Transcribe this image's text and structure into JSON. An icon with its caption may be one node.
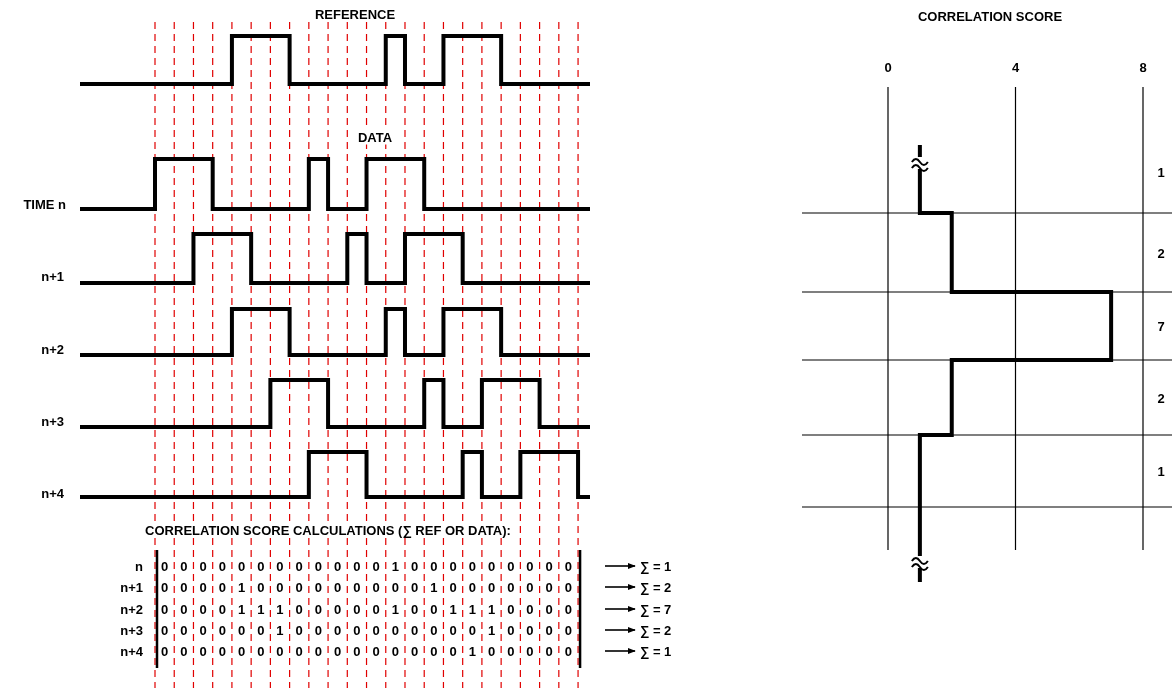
{
  "diagram": {
    "nodes": [
      {
        "text": [
          "∑ = 1"
        ]
      },
      {
        "text": [
          "∑ = 2"
        ]
      },
      {
        "text": [
          "∑ = 7"
        ]
      },
      {
        "text": [
          "∑ = 2"
        ]
      },
      {
        "text": [
          "∑ = 1"
        ]
      }
    ],
    "edges": [
      {
        "from": null,
        "to": 0,
        "arrow": "to"
      },
      {
        "from": null,
        "to": 1,
        "arrow": "to"
      },
      {
        "from": null,
        "to": 2,
        "arrow": "to"
      },
      {
        "from": null,
        "to": 3,
        "arrow": "to"
      },
      {
        "from": null,
        "to": 4,
        "arrow": "to"
      }
    ],
    "labels": [
      "REFERENCE",
      "DATA",
      "TIME n",
      "n+1",
      "n+2",
      "n+3",
      "n+4",
      "CORRELATION SCORE CALCULATIONS (∑ REF OR DATA):",
      "n",
      "0",
      "0",
      "0",
      "0",
      "0",
      "0",
      "0",
      "0",
      "0",
      "0",
      "0",
      "0",
      "1",
      "0",
      "0",
      "0",
      "0",
      "0",
      "0",
      "0",
      "0",
      "0",
      "n+1",
      "0",
      "0",
      "0",
      "0",
      "1",
      "0",
      "0",
      "0",
      "0",
      "0",
      "0",
      "0",
      "0",
      "0",
      "1",
      "0",
      "0",
      "0",
      "0",
      "0",
      "0",
      "0",
      "n+2",
      "0",
      "0",
      "0",
      "0",
      "1",
      "1",
      "1",
      "0",
      "0",
      "0",
      "0",
      "0",
      "1",
      "0",
      "0",
      "1",
      "1",
      "1",
      "0",
      "0",
      "0",
      "0",
      "n+3",
      "0",
      "0",
      "0",
      "0",
      "0",
      "0",
      "1",
      "0",
      "0",
      "0",
      "0",
      "0",
      "0",
      "0",
      "0",
      "0",
      "0",
      "1",
      "0",
      "0",
      "0",
      "0",
      "n+4",
      "0",
      "0",
      "0",
      "0",
      "0",
      "0",
      "0",
      "0",
      "0",
      "0",
      "0",
      "0",
      "0",
      "0",
      "0",
      "0",
      "1",
      "0",
      "0",
      "0",
      "0",
      "0",
      "CORRELATION SCORE",
      "0",
      "4",
      "8",
      "1",
      "2",
      "7",
      "2",
      "1"
    ]
  }
}
